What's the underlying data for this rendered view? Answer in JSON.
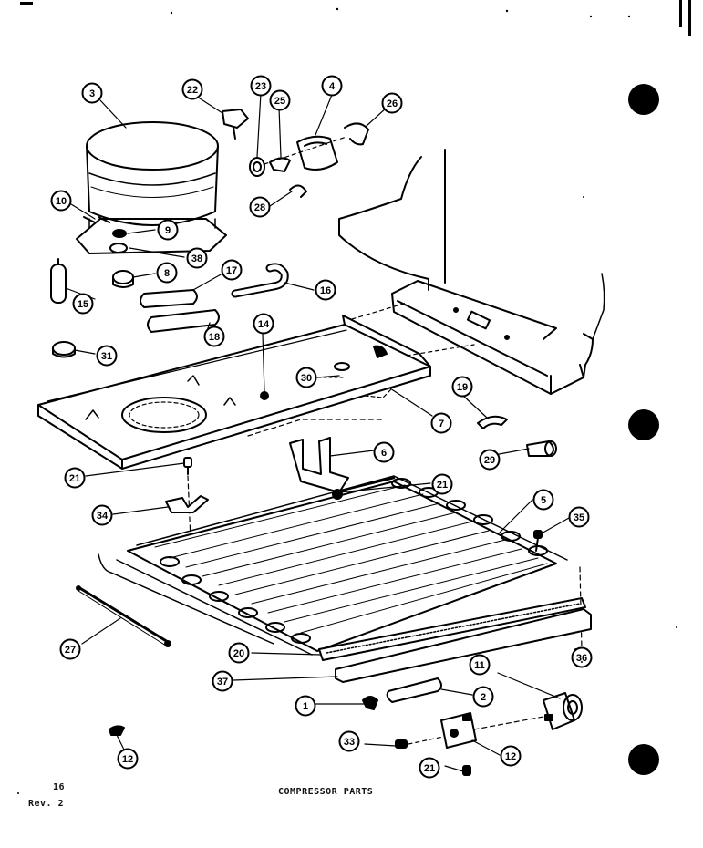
{
  "page": {
    "page_number": "16",
    "revision": "Rev. 2",
    "caption": "COMPRESSOR PARTS"
  },
  "callouts": [
    {
      "id": "c3",
      "label": "3"
    },
    {
      "id": "c22",
      "label": "22"
    },
    {
      "id": "c23",
      "label": "23"
    },
    {
      "id": "c25",
      "label": "25"
    },
    {
      "id": "c4",
      "label": "4"
    },
    {
      "id": "c26",
      "label": "26"
    },
    {
      "id": "c28",
      "label": "28"
    },
    {
      "id": "c10",
      "label": "10"
    },
    {
      "id": "c9",
      "label": "9"
    },
    {
      "id": "c38",
      "label": "38"
    },
    {
      "id": "c8",
      "label": "8"
    },
    {
      "id": "c17",
      "label": "17"
    },
    {
      "id": "c16",
      "label": "16"
    },
    {
      "id": "c15",
      "label": "15"
    },
    {
      "id": "c18",
      "label": "18"
    },
    {
      "id": "c14",
      "label": "14"
    },
    {
      "id": "c31",
      "label": "31"
    },
    {
      "id": "c30",
      "label": "30"
    },
    {
      "id": "c19",
      "label": "19"
    },
    {
      "id": "c7",
      "label": "7"
    },
    {
      "id": "c6",
      "label": "6"
    },
    {
      "id": "c29",
      "label": "29"
    },
    {
      "id": "c21a",
      "label": "21"
    },
    {
      "id": "c21b",
      "label": "21"
    },
    {
      "id": "c5",
      "label": "5"
    },
    {
      "id": "c34",
      "label": "34"
    },
    {
      "id": "c35",
      "label": "35"
    },
    {
      "id": "c27",
      "label": "27"
    },
    {
      "id": "c20",
      "label": "20"
    },
    {
      "id": "c11",
      "label": "11"
    },
    {
      "id": "c36",
      "label": "36"
    },
    {
      "id": "c37",
      "label": "37"
    },
    {
      "id": "c2",
      "label": "2"
    },
    {
      "id": "c1",
      "label": "1"
    },
    {
      "id": "c12a",
      "label": "12"
    },
    {
      "id": "c33",
      "label": "33"
    },
    {
      "id": "c12b",
      "label": "12"
    },
    {
      "id": "c21c",
      "label": "21"
    }
  ]
}
